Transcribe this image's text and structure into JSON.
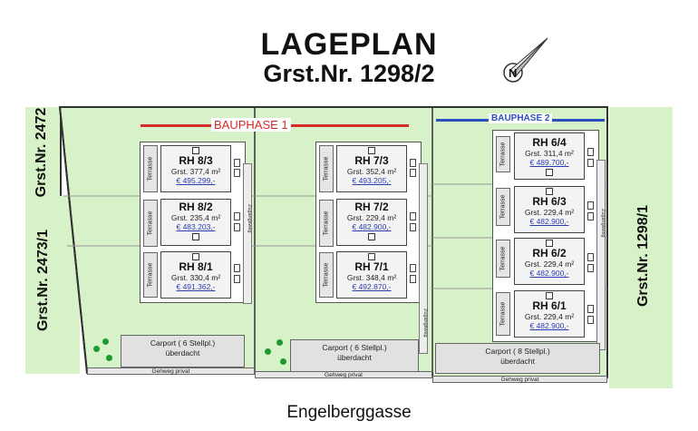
{
  "title": "LAGEPLAN",
  "subtitle": "Grst.Nr. 1298/2",
  "street": "Engelberggasse",
  "neighbors": {
    "top_left": "Grst.Nr. 2472",
    "left": "Grst.Nr. 2473/1",
    "right": "Grst.Nr. 1298/1"
  },
  "phases": {
    "phase1": {
      "label": "BAUPHASE 1",
      "color": "#d42a2a"
    },
    "phase2": {
      "label": "BAUPHASE 2",
      "color": "#2b4fbf"
    }
  },
  "units": [
    {
      "name": "RH 8/3",
      "area": "Grst. 377,4 m²",
      "price": "€ 495.299,-"
    },
    {
      "name": "RH 8/2",
      "area": "Grst. 235,4 m²",
      "price": "€ 483.203,-"
    },
    {
      "name": "RH 8/1",
      "area": "Grst. 330,4 m²",
      "price": "€ 491.362,-"
    },
    {
      "name": "RH 7/3",
      "area": "Grst. 352,4 m²",
      "price": "€ 493.205,-"
    },
    {
      "name": "RH 7/2",
      "area": "Grst. 229,4 m²",
      "price": "€ 482.900,-"
    },
    {
      "name": "RH 7/1",
      "area": "Grst. 348,4 m²",
      "price": "€ 492.870,-"
    },
    {
      "name": "RH 6/4",
      "area": "Grst. 311,4 m²",
      "price": "€ 489.700,-"
    },
    {
      "name": "RH 6/3",
      "area": "Grst. 229,4 m²",
      "price": "€ 482.900,-"
    },
    {
      "name": "RH 6/2",
      "area": "Grst. 229,4 m²",
      "price": "€ 482.900,-"
    },
    {
      "name": "RH 6/1",
      "area": "Grst. 229,4 m²",
      "price": "€ 482.900,-"
    }
  ],
  "terrace_label": "Terrasse",
  "access_path_label": "Zugangsweg",
  "carports": [
    {
      "line1": "Carport ( 6 Stellpl.)",
      "line2": "überdacht"
    },
    {
      "line1": "Carport ( 6 Stellpl.)",
      "line2": "überdacht"
    },
    {
      "line1": "Carport ( 8 Stellpl.)",
      "line2": "überdacht"
    }
  ],
  "sidewalk_label": "Gehweg privat",
  "icons": {
    "north_arrow": "north-arrow-icon"
  }
}
